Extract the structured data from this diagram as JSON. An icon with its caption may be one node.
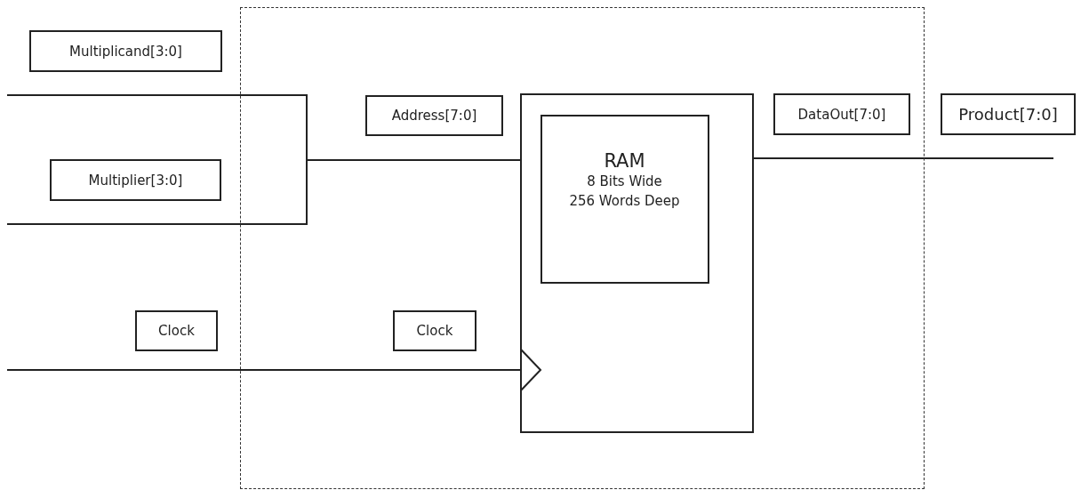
{
  "diagram": {
    "nodes": [
      {
        "text": [],
        "shape": "box"
      },
      {
        "text": [],
        "shape": "box",
        "in": 0
      },
      {
        "text": [
          "RAM",
          "8 Bits Wide",
          "256 Words Deep"
        ],
        "in": 1
      }
    ],
    "edges": [
      {
        "from": null,
        "to": 1,
        "arrow": "none"
      },
      {
        "from": null,
        "to": 1,
        "arrow": "none"
      },
      {
        "from": null,
        "to": 1,
        "arrow": "none"
      },
      {
        "from": 1,
        "to": null,
        "arrow": "none"
      }
    ],
    "labels": [
      "Multiplicand[3:0]",
      "Address[7:0]",
      "DataOut[7:0]",
      "Product[7:0]",
      "Multiplier[3:0]",
      "Clock",
      "Clock"
    ]
  }
}
